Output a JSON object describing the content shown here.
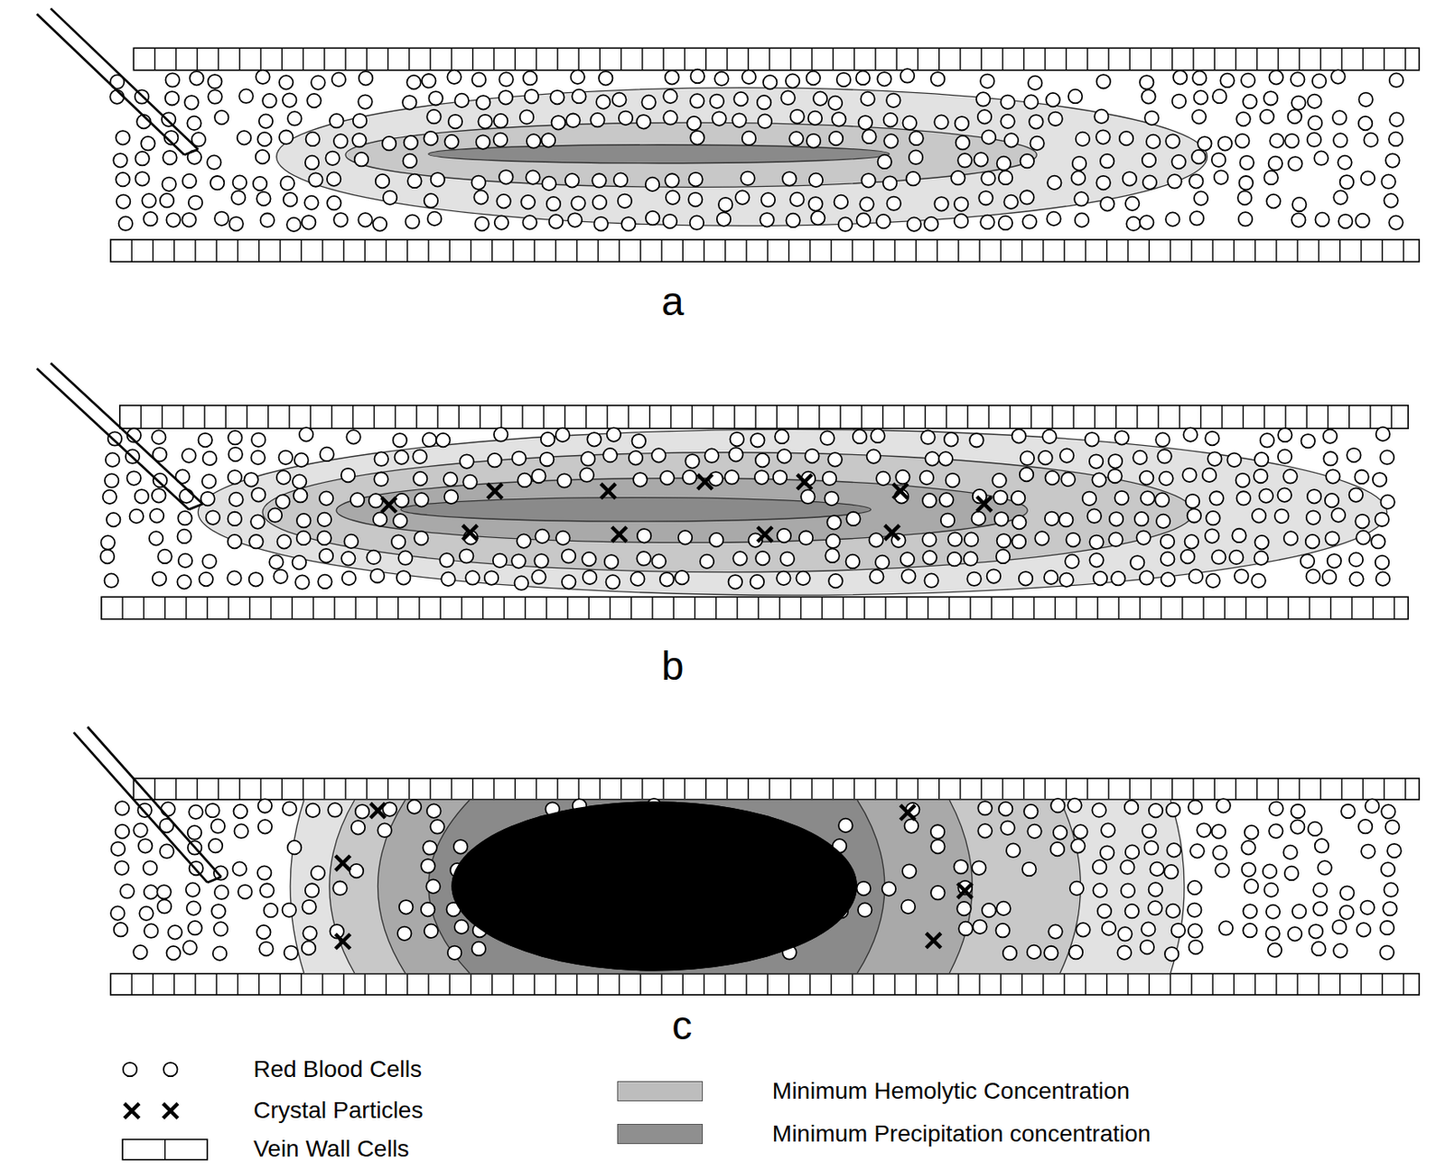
{
  "diagram": {
    "labels": [
      "a",
      "b",
      "c"
    ],
    "legend": [
      {
        "text": "Red Blood Cells"
      },
      {
        "text": "Crystal Particles"
      },
      {
        "text": "Vein Wall Cells"
      },
      {
        "text": "Minimum Hemolytic Concentration",
        "color": "#bdbdbd"
      },
      {
        "text": "Minimum Precipitation concentration",
        "color": "#8f8f8f"
      }
    ]
  }
}
